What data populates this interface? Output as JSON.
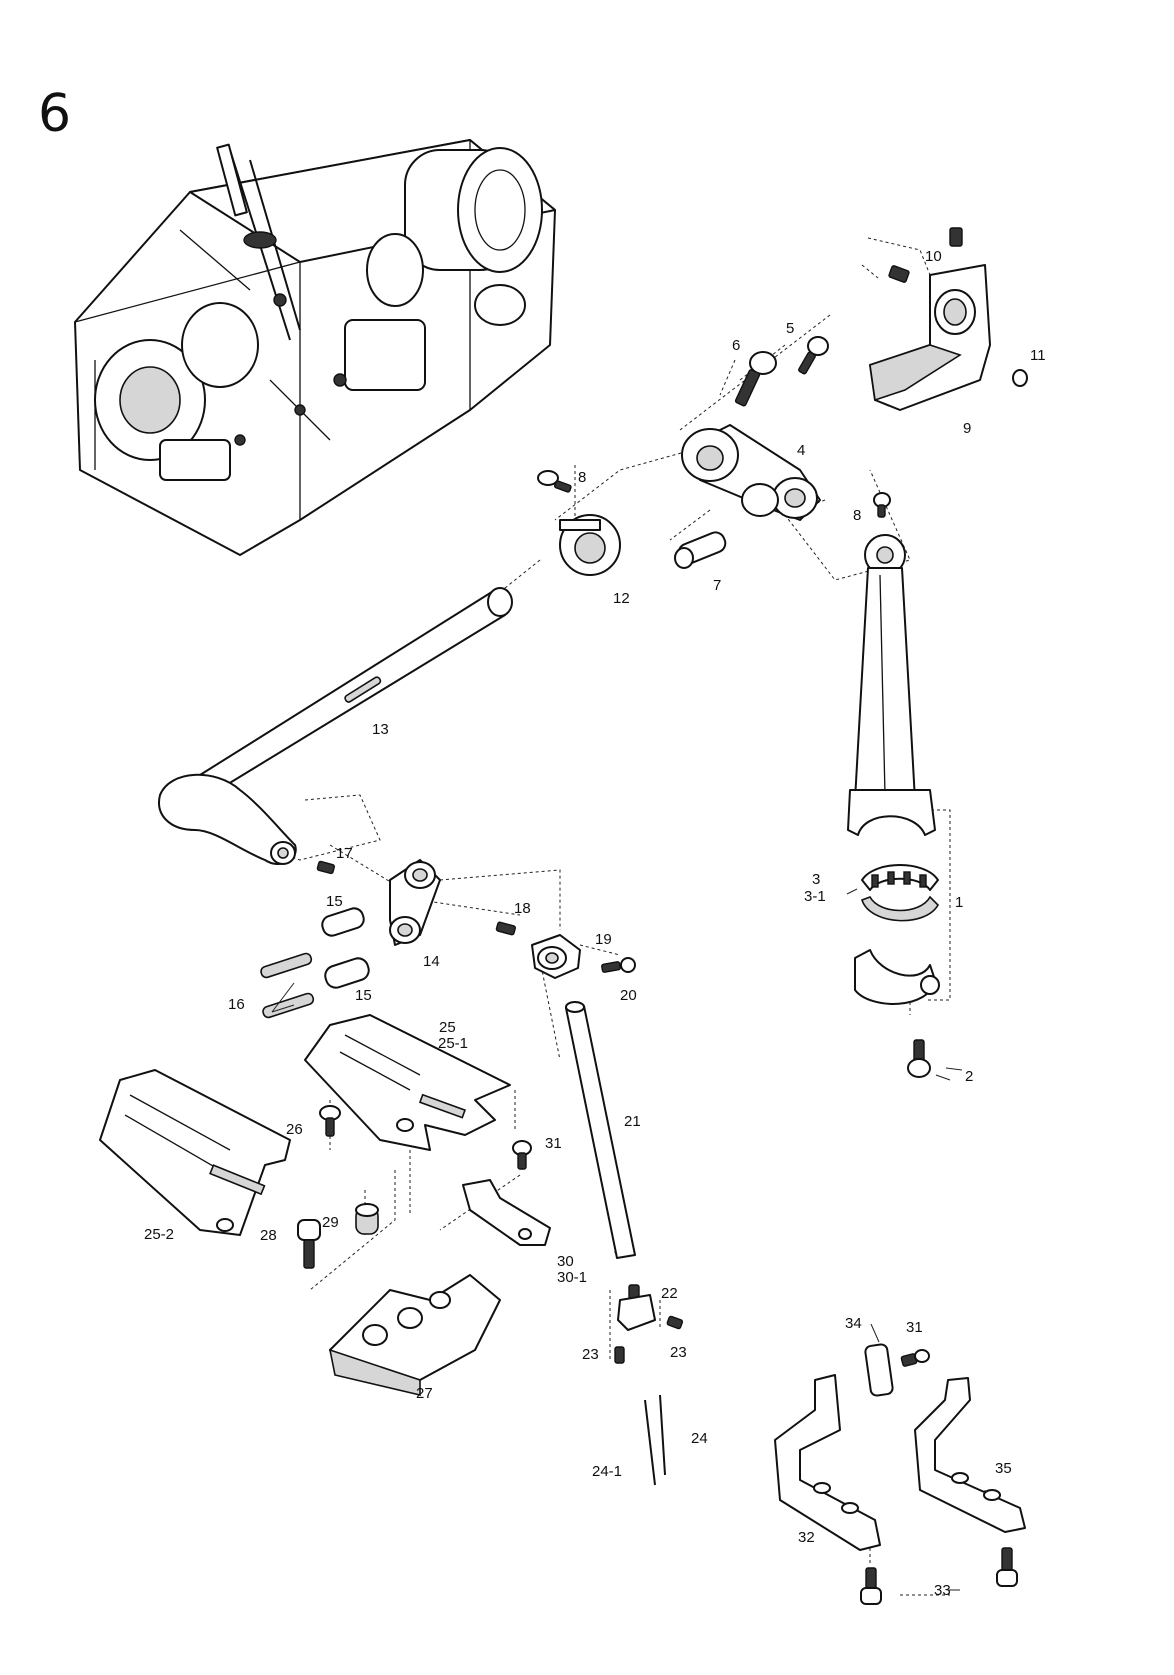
{
  "page_number": "6",
  "callouts": [
    {
      "id": "c10",
      "text": "10"
    },
    {
      "id": "c5",
      "text": "5"
    },
    {
      "id": "c6",
      "text": "6"
    },
    {
      "id": "c11",
      "text": "11"
    },
    {
      "id": "c9",
      "text": "9"
    },
    {
      "id": "c4",
      "text": "4"
    },
    {
      "id": "c8a",
      "text": "8"
    },
    {
      "id": "c8b",
      "text": "8"
    },
    {
      "id": "c7",
      "text": "7"
    },
    {
      "id": "c12",
      "text": "12"
    },
    {
      "id": "c13",
      "text": "13"
    },
    {
      "id": "c17",
      "text": "17"
    },
    {
      "id": "c3",
      "text": "3"
    },
    {
      "id": "c3-1",
      "text": "3-1"
    },
    {
      "id": "c1",
      "text": "1"
    },
    {
      "id": "c18",
      "text": "18"
    },
    {
      "id": "c19",
      "text": "19"
    },
    {
      "id": "c15a",
      "text": "15"
    },
    {
      "id": "c14",
      "text": "14"
    },
    {
      "id": "c15b",
      "text": "15"
    },
    {
      "id": "c16",
      "text": "16"
    },
    {
      "id": "c20",
      "text": "20"
    },
    {
      "id": "c25",
      "text": "25"
    },
    {
      "id": "c25-1",
      "text": "25-1"
    },
    {
      "id": "c2",
      "text": "2"
    },
    {
      "id": "c21",
      "text": "21"
    },
    {
      "id": "c26",
      "text": "26"
    },
    {
      "id": "c31a",
      "text": "31"
    },
    {
      "id": "c25-2",
      "text": "25-2"
    },
    {
      "id": "c28",
      "text": "28"
    },
    {
      "id": "c29",
      "text": "29"
    },
    {
      "id": "c30",
      "text": "30"
    },
    {
      "id": "c30-1",
      "text": "30-1"
    },
    {
      "id": "c22",
      "text": "22"
    },
    {
      "id": "c23a",
      "text": "23"
    },
    {
      "id": "c23b",
      "text": "23"
    },
    {
      "id": "c34",
      "text": "34"
    },
    {
      "id": "c31b",
      "text": "31"
    },
    {
      "id": "c27",
      "text": "27"
    },
    {
      "id": "c24",
      "text": "24"
    },
    {
      "id": "c24-1",
      "text": "24-1"
    },
    {
      "id": "c35",
      "text": "35"
    },
    {
      "id": "c32",
      "text": "32"
    },
    {
      "id": "c33",
      "text": "33"
    }
  ]
}
